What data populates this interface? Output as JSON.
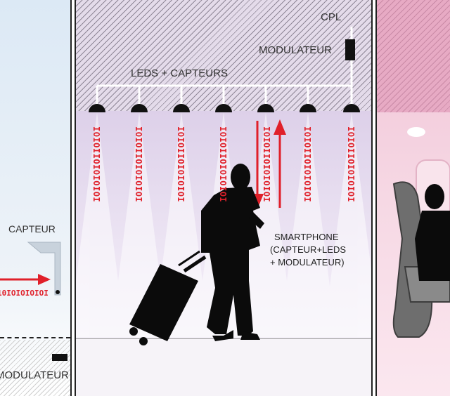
{
  "labels": {
    "cpl": "CPL",
    "modulateur_top": "MODULATEUR",
    "leds_capteurs": "LEDS + CAPTEURS",
    "smartphone_line1": "SMARTPHONE",
    "smartphone_line2": "(CAPTEUR+LEDS",
    "smartphone_line3": "+ MODULATEUR)",
    "capteur_left": "CAPTEUR",
    "modulateur_left": "MODULATEUR",
    "left_bits": "10IOIOIOIOI"
  },
  "beam_bits": [
    "IOIOIIOIOIOIOI",
    "IOIOIIOIOIOIOI",
    "IOIOIIOIOIOIOI",
    "IOIOIIOIOIOIOI",
    "IOIOIIOIOIOIOI",
    "IOIOIIOIOIOIOI",
    "IOIOIIOIOIOIOI"
  ],
  "colors": {
    "accent": "#e0202a",
    "dark": "#111111",
    "ceiling_center": "#e4dbea",
    "ceiling_right": "#e7aac4"
  },
  "icons": [
    "led-fixture-icon",
    "arrow-down-icon",
    "arrow-up-icon",
    "person-silhouette-icon",
    "suitcase-icon",
    "seat-icon",
    "modulator-box-icon"
  ]
}
